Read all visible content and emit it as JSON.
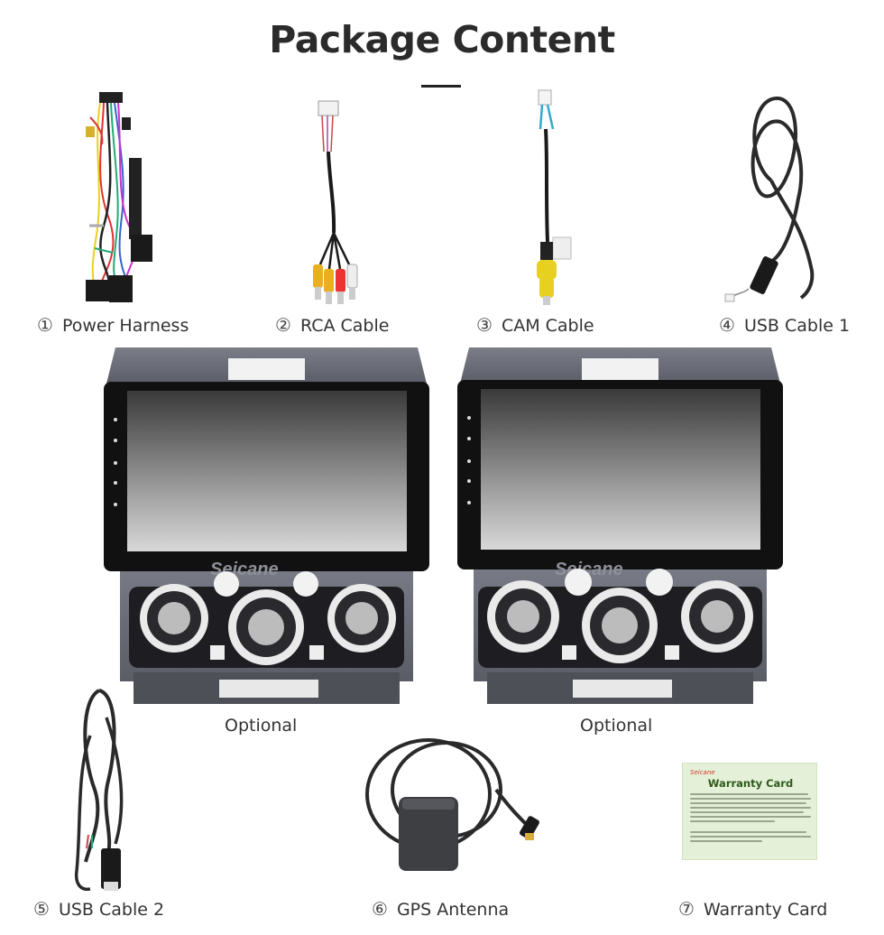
{
  "page": {
    "title": "Package Content"
  },
  "items": [
    {
      "number": "①",
      "label": "Power Harness"
    },
    {
      "number": "②",
      "label": "RCA Cable"
    },
    {
      "number": "③",
      "label": "CAM Cable"
    },
    {
      "number": "④",
      "label": "USB Cable 1"
    },
    {
      "number": "⑤",
      "label": "USB Cable 2"
    },
    {
      "number": "⑥",
      "label": "GPS Antenna"
    },
    {
      "number": "⑦",
      "label": "Warranty Card"
    }
  ],
  "radios": [
    {
      "caption": "Optional",
      "watermark": "Seicane"
    },
    {
      "caption": "Optional",
      "watermark": "Seicane"
    }
  ],
  "warranty_card": {
    "brand": "Seicane",
    "heading": "Warranty Card"
  },
  "colors": {
    "title": "#2b2b2b",
    "label": "#333333",
    "panel": "#6b6e78",
    "bezel": "#111111"
  },
  "icons": [
    "power-harness-image",
    "rca-cable-image",
    "cam-cable-image",
    "usb-cable-image",
    "car-radio-image",
    "gps-antenna-image",
    "warranty-card-image"
  ]
}
